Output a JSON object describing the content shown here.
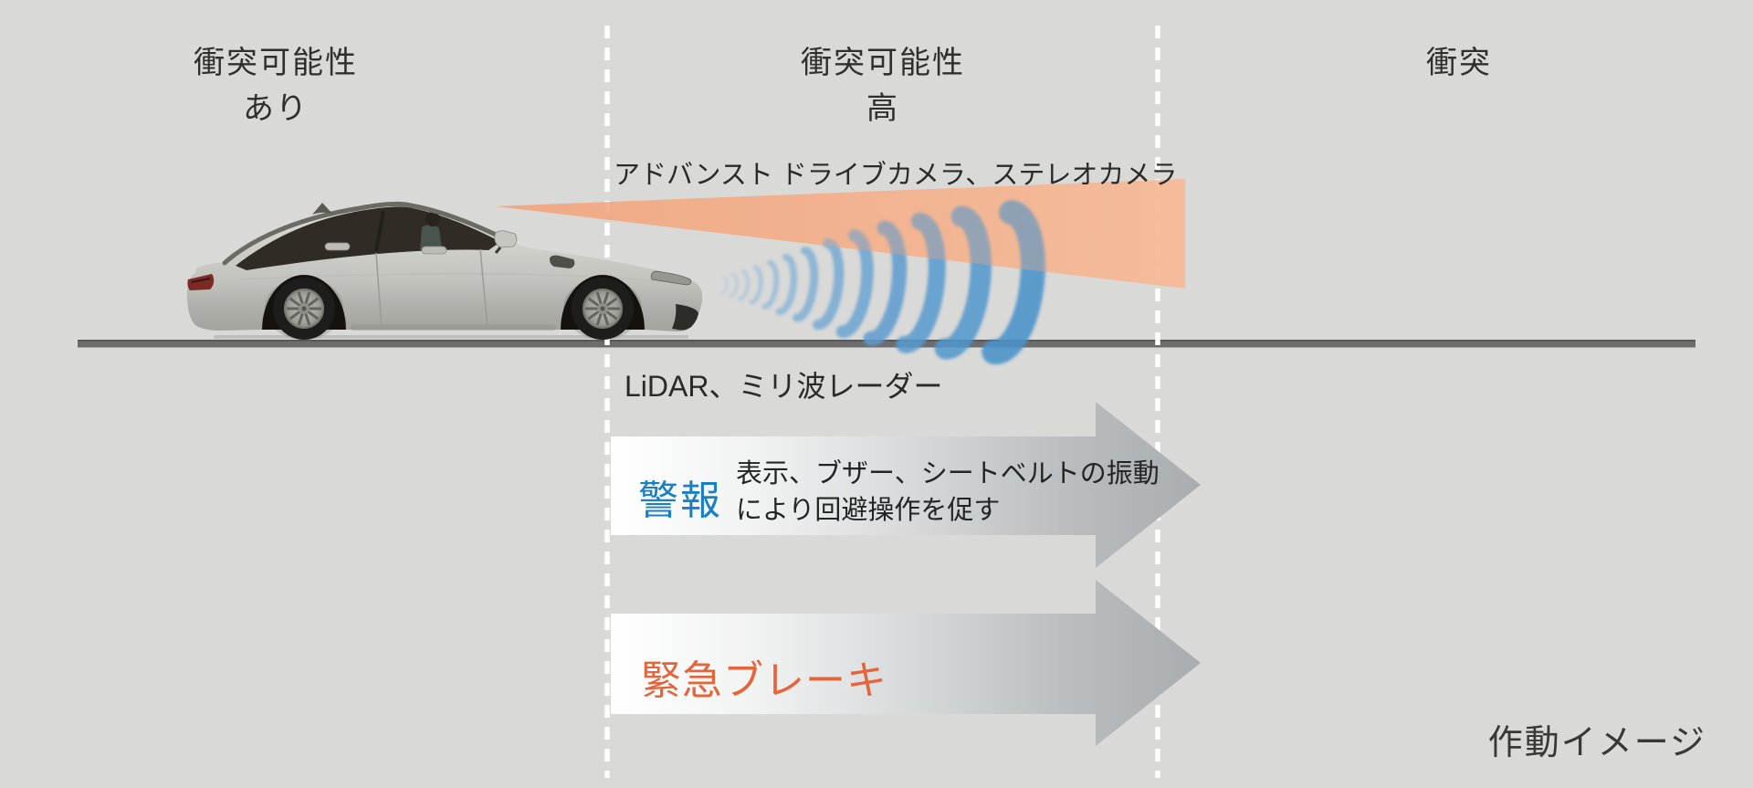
{
  "zones": {
    "possible": {
      "line1": "衝突可能性",
      "line2": "あり"
    },
    "high": {
      "line1": "衝突可能性",
      "line2": "高"
    },
    "collision": {
      "line1": "衝突"
    }
  },
  "sensors": {
    "camera": "アドバンスト ドライブカメラ、ステレオカメラ",
    "radar": "LiDAR、ミリ波レーダー"
  },
  "actions": {
    "alert": {
      "label": "警報",
      "label_color": "#1a80c4",
      "description_line1": "表示、ブザー、シートベルトの振動",
      "description_line2": "により回避操作を促す"
    },
    "emergency_brake": {
      "label": "緊急ブレーキ",
      "label_color": "#e4653c"
    }
  },
  "caption": "作動イメージ",
  "colors": {
    "background": "#d9d9d7",
    "road": "#6c6c6c",
    "camera_cone": "#f5ad87",
    "radar_wave_blue": "#4a93cb",
    "alert_blue": "#1a80c4",
    "brake_orange": "#e4653c",
    "divider_white": "#ffffff",
    "arrow_gray_end": "#a9adb0"
  }
}
